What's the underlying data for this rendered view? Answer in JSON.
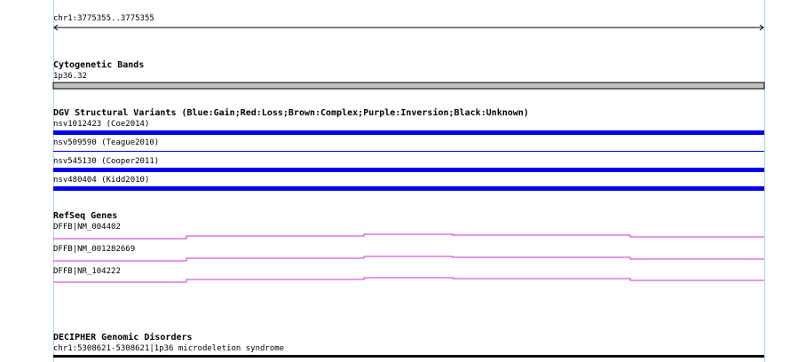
{
  "ruler": {
    "label": "chr1:3775355..3775355"
  },
  "tracks": {
    "cytoband": {
      "title": "Cytogenetic Bands",
      "feature_label": "1p36.32",
      "color": "#c0c0c0"
    },
    "dgv": {
      "title": "DGV Structural Variants (Blue:Gain;Red:Loss;Brown:Complex;Purple:Inversion;Black:Unknown)",
      "features": [
        {
          "label": "nsv1012423 (Coe2014)",
          "color": "#0000ee"
        },
        {
          "label": "nsv509590 (Teague2010)",
          "color": "#0000ee"
        },
        {
          "label": "nsv545130 (Cooper2011)",
          "color": "#0000ee"
        },
        {
          "label": "nsv480404 (Kidd2010)",
          "color": "#0000ee"
        }
      ]
    },
    "refseq": {
      "title": "RefSeq Genes",
      "features": [
        {
          "label": "DFFB|NM_004402",
          "color": "#cc33cc"
        },
        {
          "label": "DFFB|NM_001282669",
          "color": "#cc33cc"
        },
        {
          "label": "DFFB|NR_104222",
          "color": "#cc33cc"
        }
      ]
    },
    "decipher": {
      "title": "DECIPHER Genomic Disorders",
      "feature_label": "chr1:5308621-5308621|1p36 microdeletion syndrome",
      "color": "#000000"
    }
  }
}
